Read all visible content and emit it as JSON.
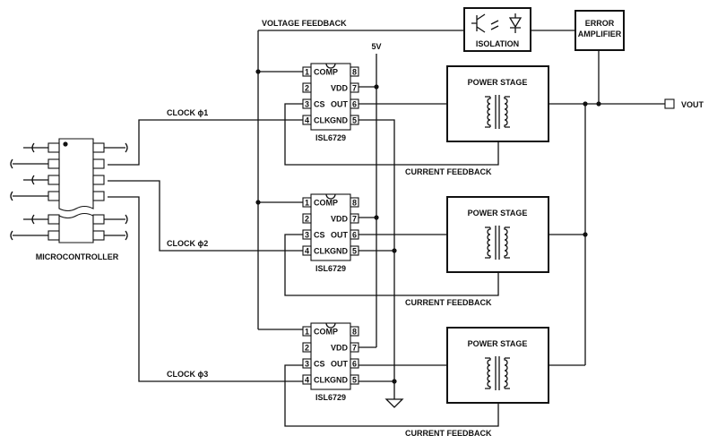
{
  "labels": {
    "voltage_feedback": "VOLTAGE FEEDBACK",
    "supply": "5V",
    "isolation": "ISOLATION",
    "error_amplifier_line1": "ERROR",
    "error_amplifier_line2": "AMPLIFIER",
    "vout": "VOUT",
    "microcontroller": "MICROCONTROLLER",
    "power_stage": "POWER STAGE",
    "current_feedback": "CURRENT FEEDBACK",
    "clock_phase_1": "CLOCK ϕ1",
    "clock_phase_2": "CLOCK ϕ2",
    "clock_phase_3": "CLOCK ϕ3",
    "controller_ic": "ISL6729"
  },
  "ic_pins": {
    "left": [
      {
        "num": "1",
        "name": "COMP"
      },
      {
        "num": "2",
        "name": ""
      },
      {
        "num": "3",
        "name": "CS"
      },
      {
        "num": "4",
        "name": "CLK"
      }
    ],
    "right": [
      {
        "num": "8",
        "name": ""
      },
      {
        "num": "7",
        "name": "VDD"
      },
      {
        "num": "6",
        "name": "OUT"
      },
      {
        "num": "5",
        "name": "GND"
      }
    ]
  }
}
